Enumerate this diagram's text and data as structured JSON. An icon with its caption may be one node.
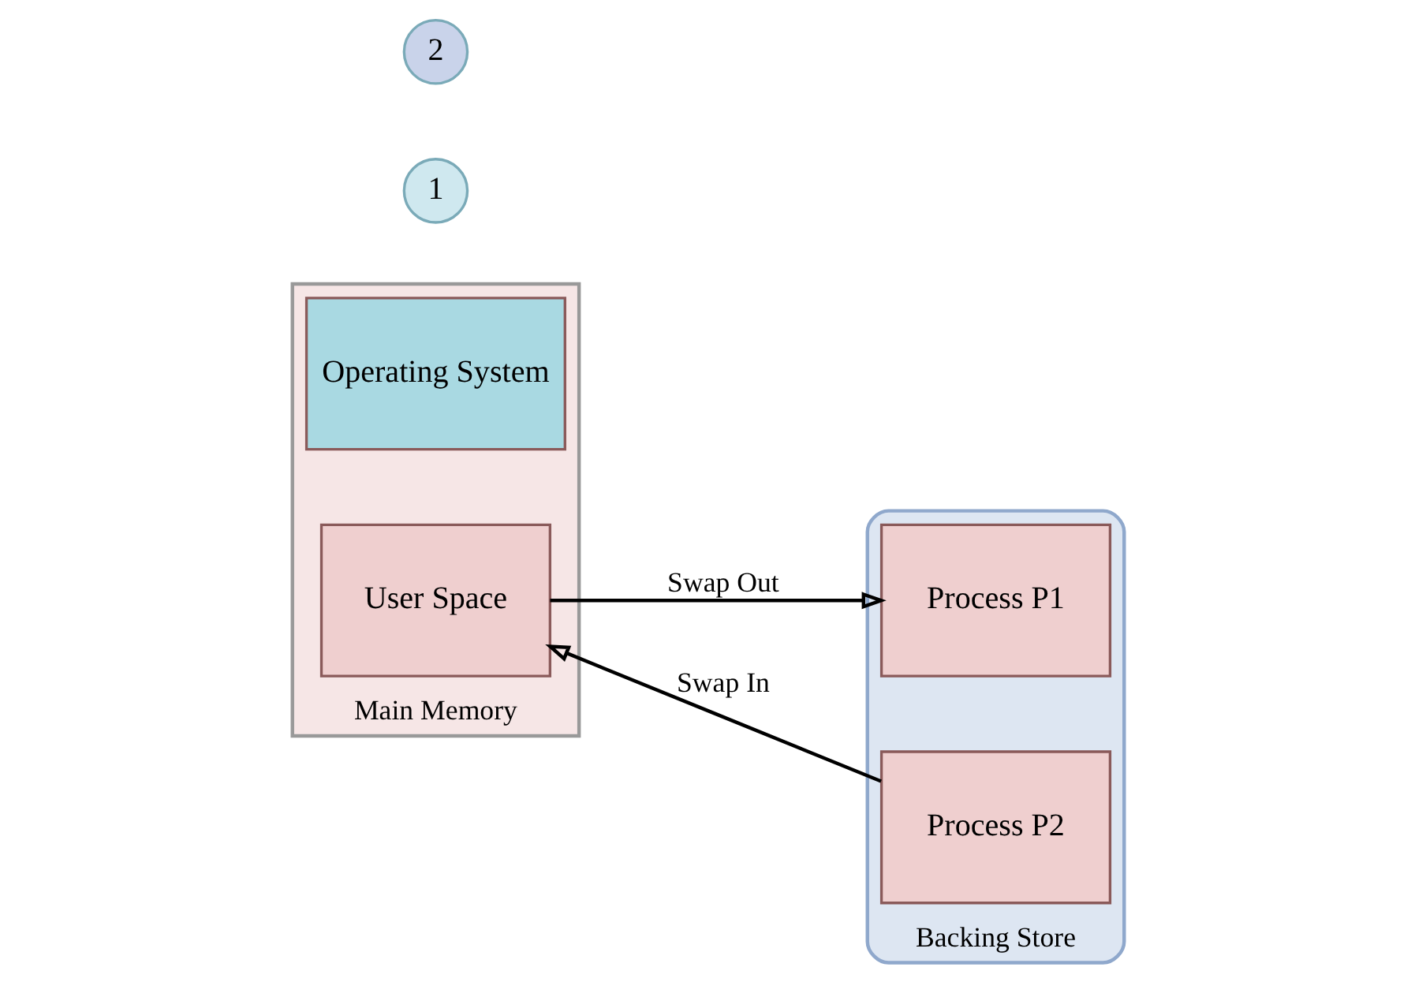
{
  "diagram": {
    "nodes": [
      {
        "text": [],
        "shape": "box",
        "beside": [
          "Main Memory"
        ]
      },
      {
        "text": [
          "Operating System"
        ],
        "in": 0
      },
      {
        "text": [
          "User Space"
        ],
        "in": 0
      },
      {
        "text": [
          "1"
        ]
      },
      {
        "text": [
          "2"
        ]
      },
      {
        "text": [],
        "shape": "cylinder",
        "beside": [
          "Backing Store"
        ]
      },
      {
        "text": [
          "Process P1"
        ],
        "in": 5
      },
      {
        "text": [
          "Process P2"
        ],
        "in": 5
      }
    ],
    "edges": [
      {
        "from": 2,
        "to": 6,
        "arrow": "to",
        "label": "Swap Out"
      },
      {
        "from": 7,
        "to": 2,
        "arrow": "to",
        "label": "Swap In"
      }
    ]
  }
}
